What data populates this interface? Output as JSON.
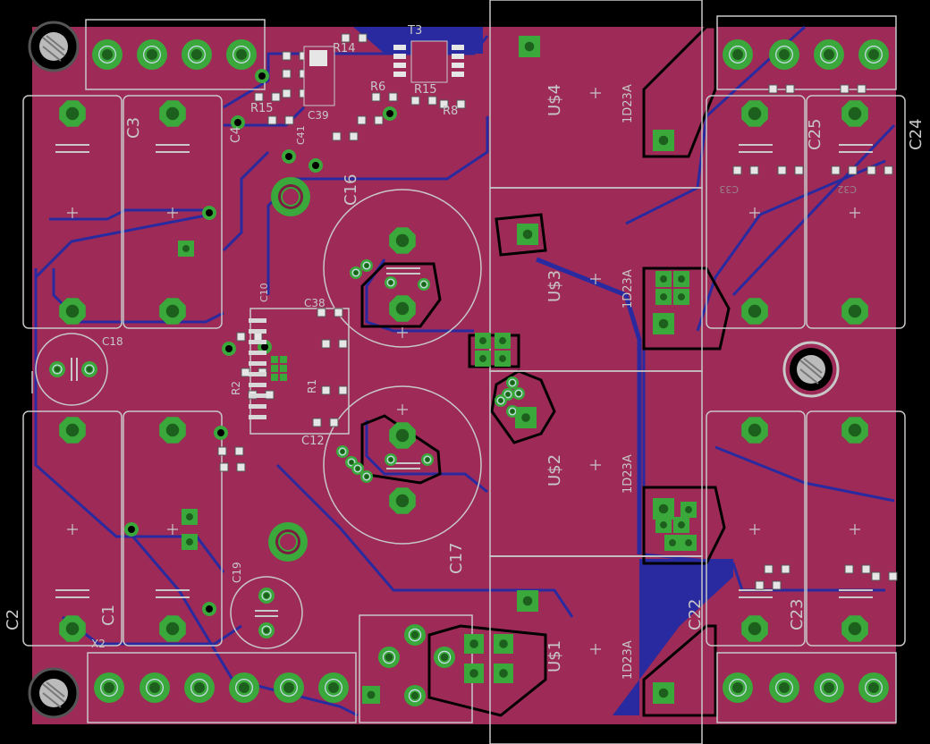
{
  "colors": {
    "background": "#000000",
    "copper_top": "#9d2a57",
    "copper_bottom": "#2a2aa0",
    "trace_top": "#7a1d40",
    "silk": "#c8c8c8",
    "pad": "#3aa83a",
    "pad_hole": "#1d5f1d",
    "mount": "#c0c0c0"
  },
  "labels": {
    "c1": "C1",
    "c2": "C2",
    "c3": "C3",
    "c4": "C4",
    "c10": "C10",
    "c12": "C12",
    "c16": "C16",
    "c17": "C17",
    "c18": "C18",
    "c19": "C19",
    "c22": "C22",
    "c23": "C23",
    "c24": "C24",
    "c25": "C25",
    "c32": "C32",
    "c33": "C33",
    "c38": "C38",
    "c39": "C39",
    "c41": "C41",
    "r1": "R1",
    "r2": "R2",
    "r6": "R6",
    "r8": "R8",
    "r14": "R14",
    "r15": "R15",
    "r15b": "R15",
    "t3": "T3",
    "x2": "X2",
    "u1": "U$1",
    "u2": "U$2",
    "u3": "U$3",
    "u4": "U$4",
    "part_u1": "1D23A",
    "part_u2": "1D23A",
    "part_u3": "1D23A",
    "part_u4": "1D23A"
  },
  "parts": [
    {
      "ref": "U$1",
      "value": "1D23A"
    },
    {
      "ref": "U$2",
      "value": "1D23A"
    },
    {
      "ref": "U$3",
      "value": "1D23A"
    },
    {
      "ref": "U$4",
      "value": "1D23A"
    }
  ]
}
